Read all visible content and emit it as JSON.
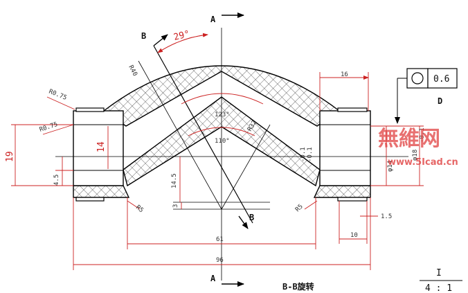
{
  "section": {
    "cut_label_top": "A",
    "cut_label_bottom": "A",
    "view_b_top": "B",
    "view_b_bottom": "B",
    "title": "B-B旋转",
    "detail_label": "I",
    "detail_scale": "4 : 1"
  },
  "tolerance_frame": {
    "value": "0.6",
    "datum": "D",
    "symbol": "circle-cylindricity"
  },
  "dimensions": {
    "angle_29": "29°",
    "angle_123": "123°",
    "angle_110": "110°",
    "r40": "R40",
    "r32": "R32",
    "r075_top": "R0.75",
    "r075_mid": "R0.75",
    "r5_left": "R5",
    "r5_right": "R5",
    "w16": "16",
    "h19": "19",
    "h14": "14",
    "h45": "4.5",
    "h145": "14.5",
    "h3": "3",
    "w61": "61",
    "w96": "96",
    "w10": "10",
    "w15": "1.5",
    "dia14": "φ14",
    "dia14_tol": "-0.1",
    "dia14_tol2": "-0.1",
    "dia18": "φ18",
    "dia18_tol": "-0.1"
  },
  "watermark": {
    "brand": "無維网",
    "url": "www.5Icad.cn"
  },
  "colors": {
    "part_line": "#000000",
    "dimension_line": "#cc2222",
    "watermark": "#e04040",
    "hatch": "#444444"
  }
}
